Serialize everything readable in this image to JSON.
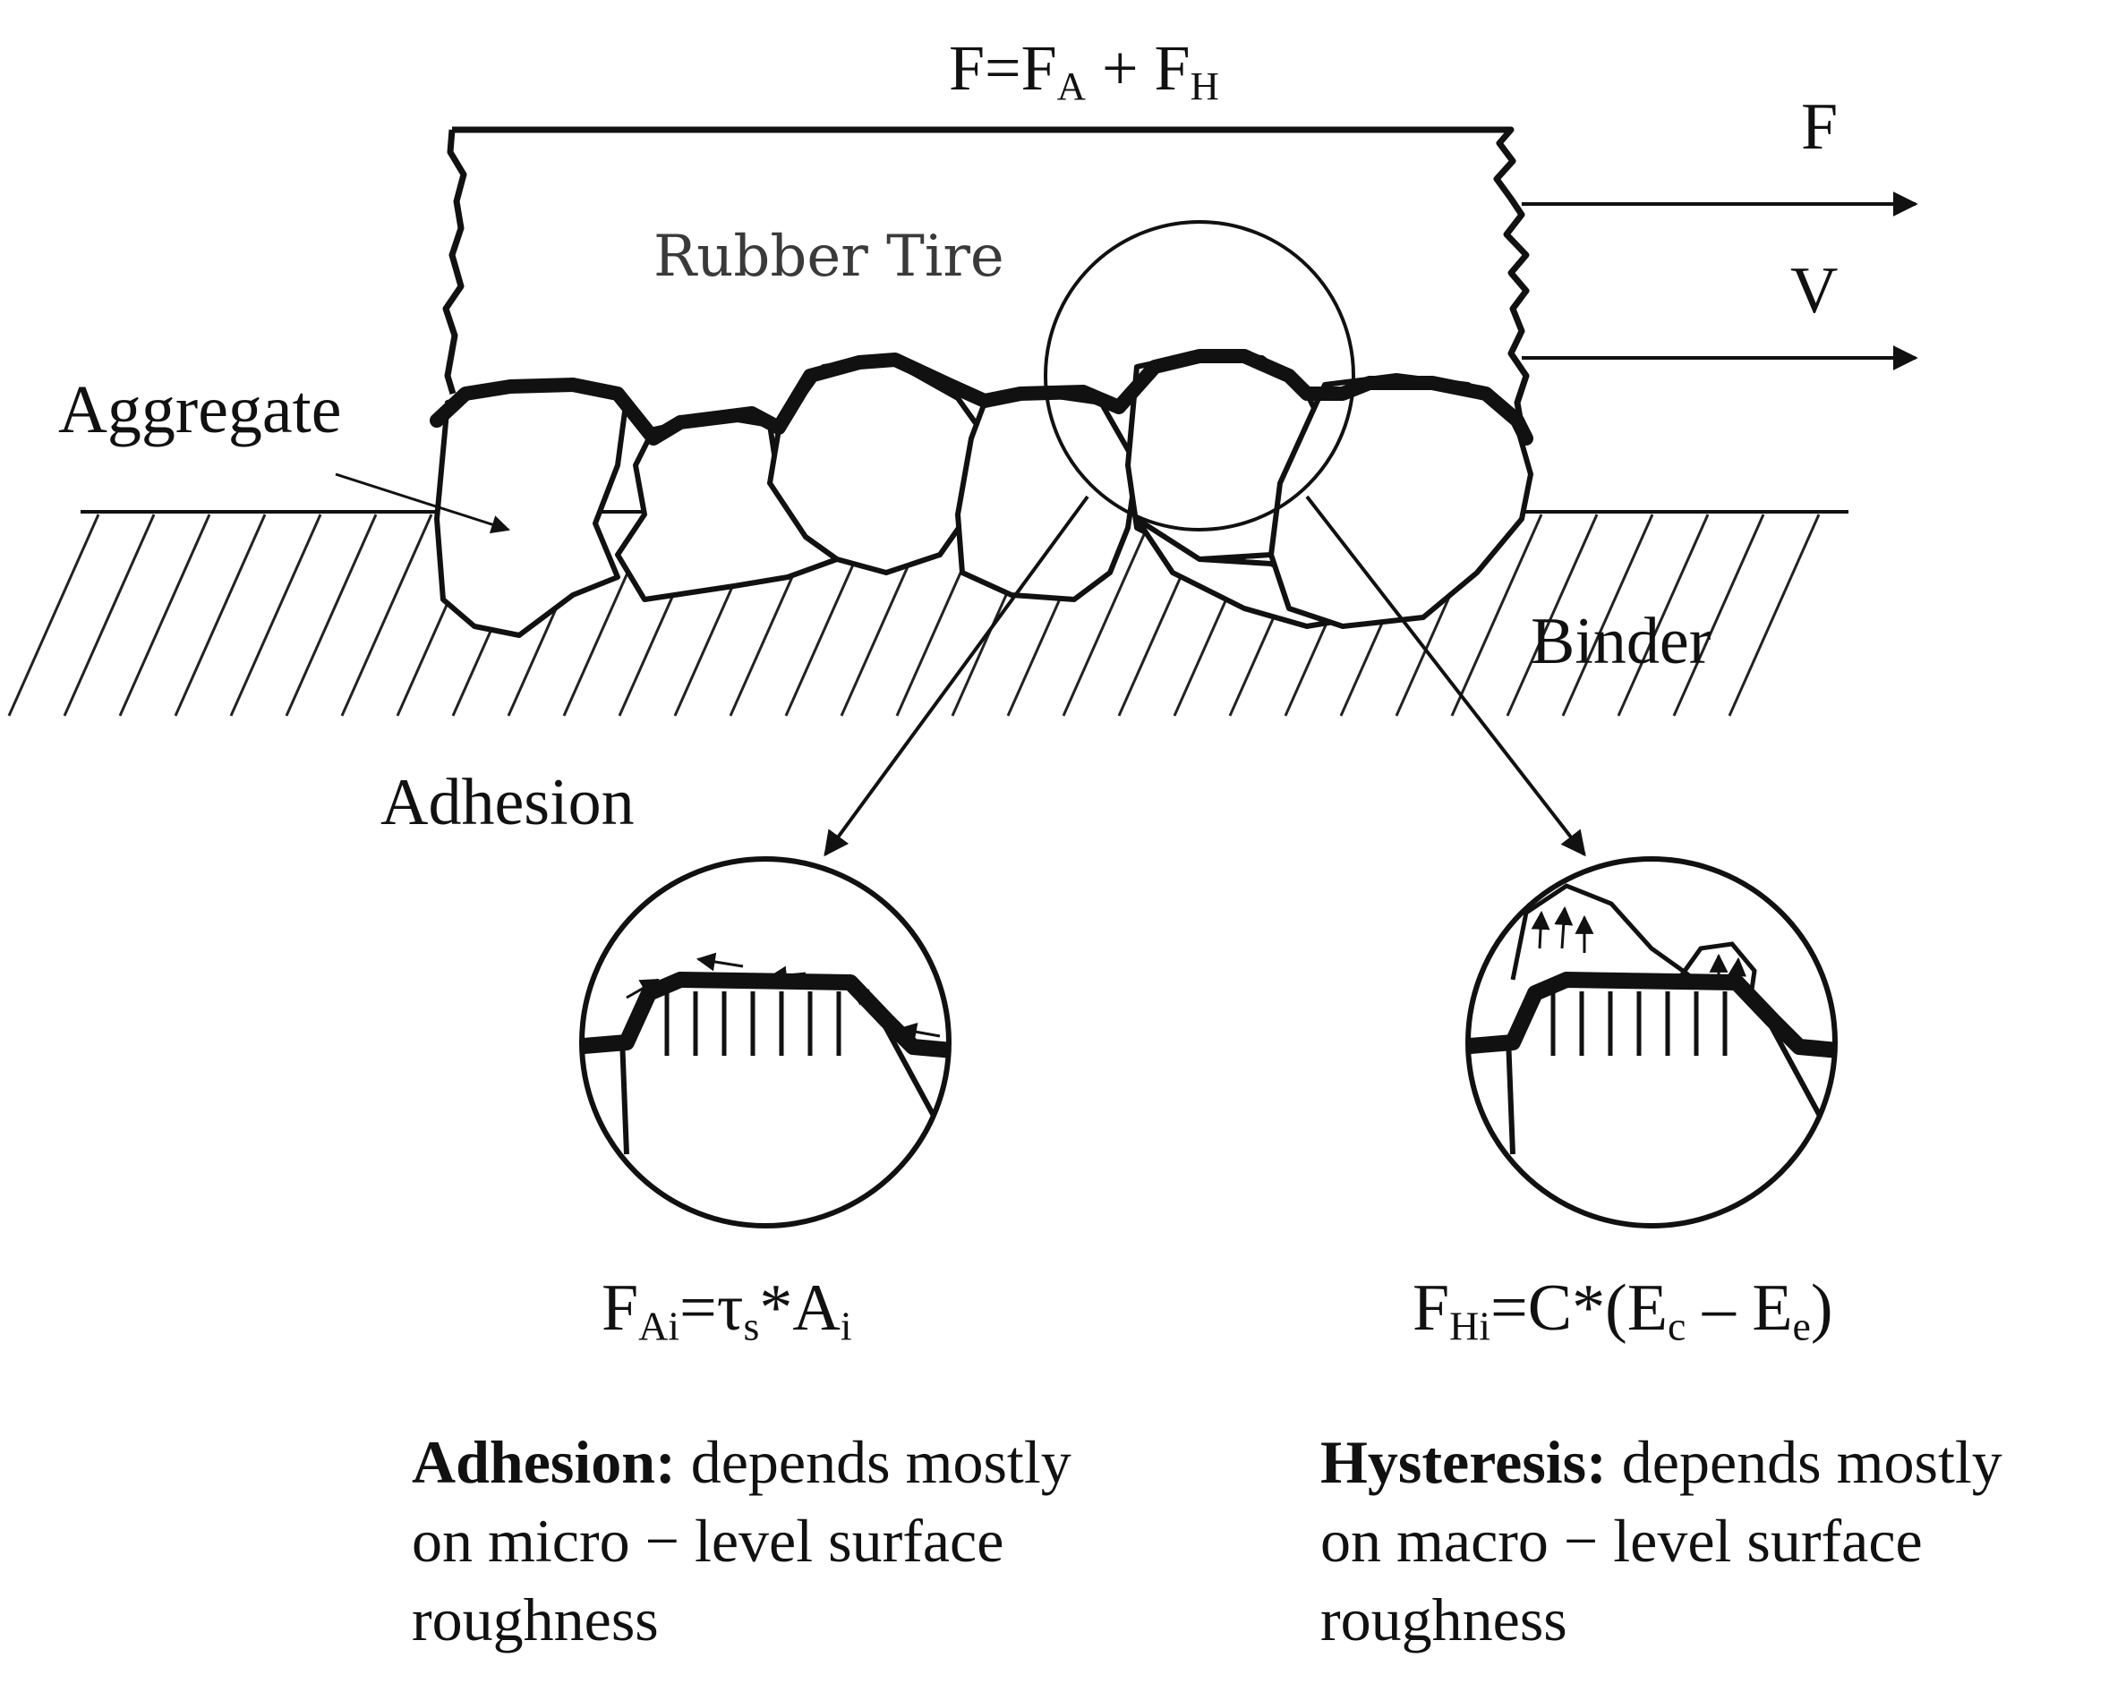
{
  "formulas": {
    "total": {
      "lhs": "F",
      "eq": "=",
      "a": "F",
      "a_sub": "A",
      "plus": " + ",
      "b": "F",
      "b_sub": "H"
    },
    "adhesion": {
      "f": "F",
      "f_sub": "Ai",
      "eq": "=",
      "tau": "τ",
      "tau_sub": "s",
      "op": "*",
      "a": "A",
      "a_sub": "i"
    },
    "hysteresis": {
      "f": "F",
      "f_sub": "Hi",
      "eq": "=",
      "c": "C*(",
      "ec": "E",
      "ec_sub": "c",
      "minus": " – ",
      "ee": "E",
      "ee_sub": "e",
      "close": ")"
    }
  },
  "labels": {
    "force": "F",
    "velocity": "V",
    "rubber_tire": "Rubber Tire",
    "aggregate": "Aggregate",
    "binder": "Binder",
    "adhesion": "Adhesion"
  },
  "descriptions": {
    "adhesion": {
      "title": "Adhesion:",
      "line1": " depends mostly",
      "line2": "on micro − level surface",
      "line3": "roughness"
    },
    "hysteresis": {
      "title": "Hysteresis:",
      "line1": " depends mostly",
      "line2": "on macro − level surface",
      "line3": "roughness"
    }
  },
  "colors": {
    "ink": "#111111",
    "tire_label": "#3a3a3a",
    "background": "#ffffff"
  }
}
